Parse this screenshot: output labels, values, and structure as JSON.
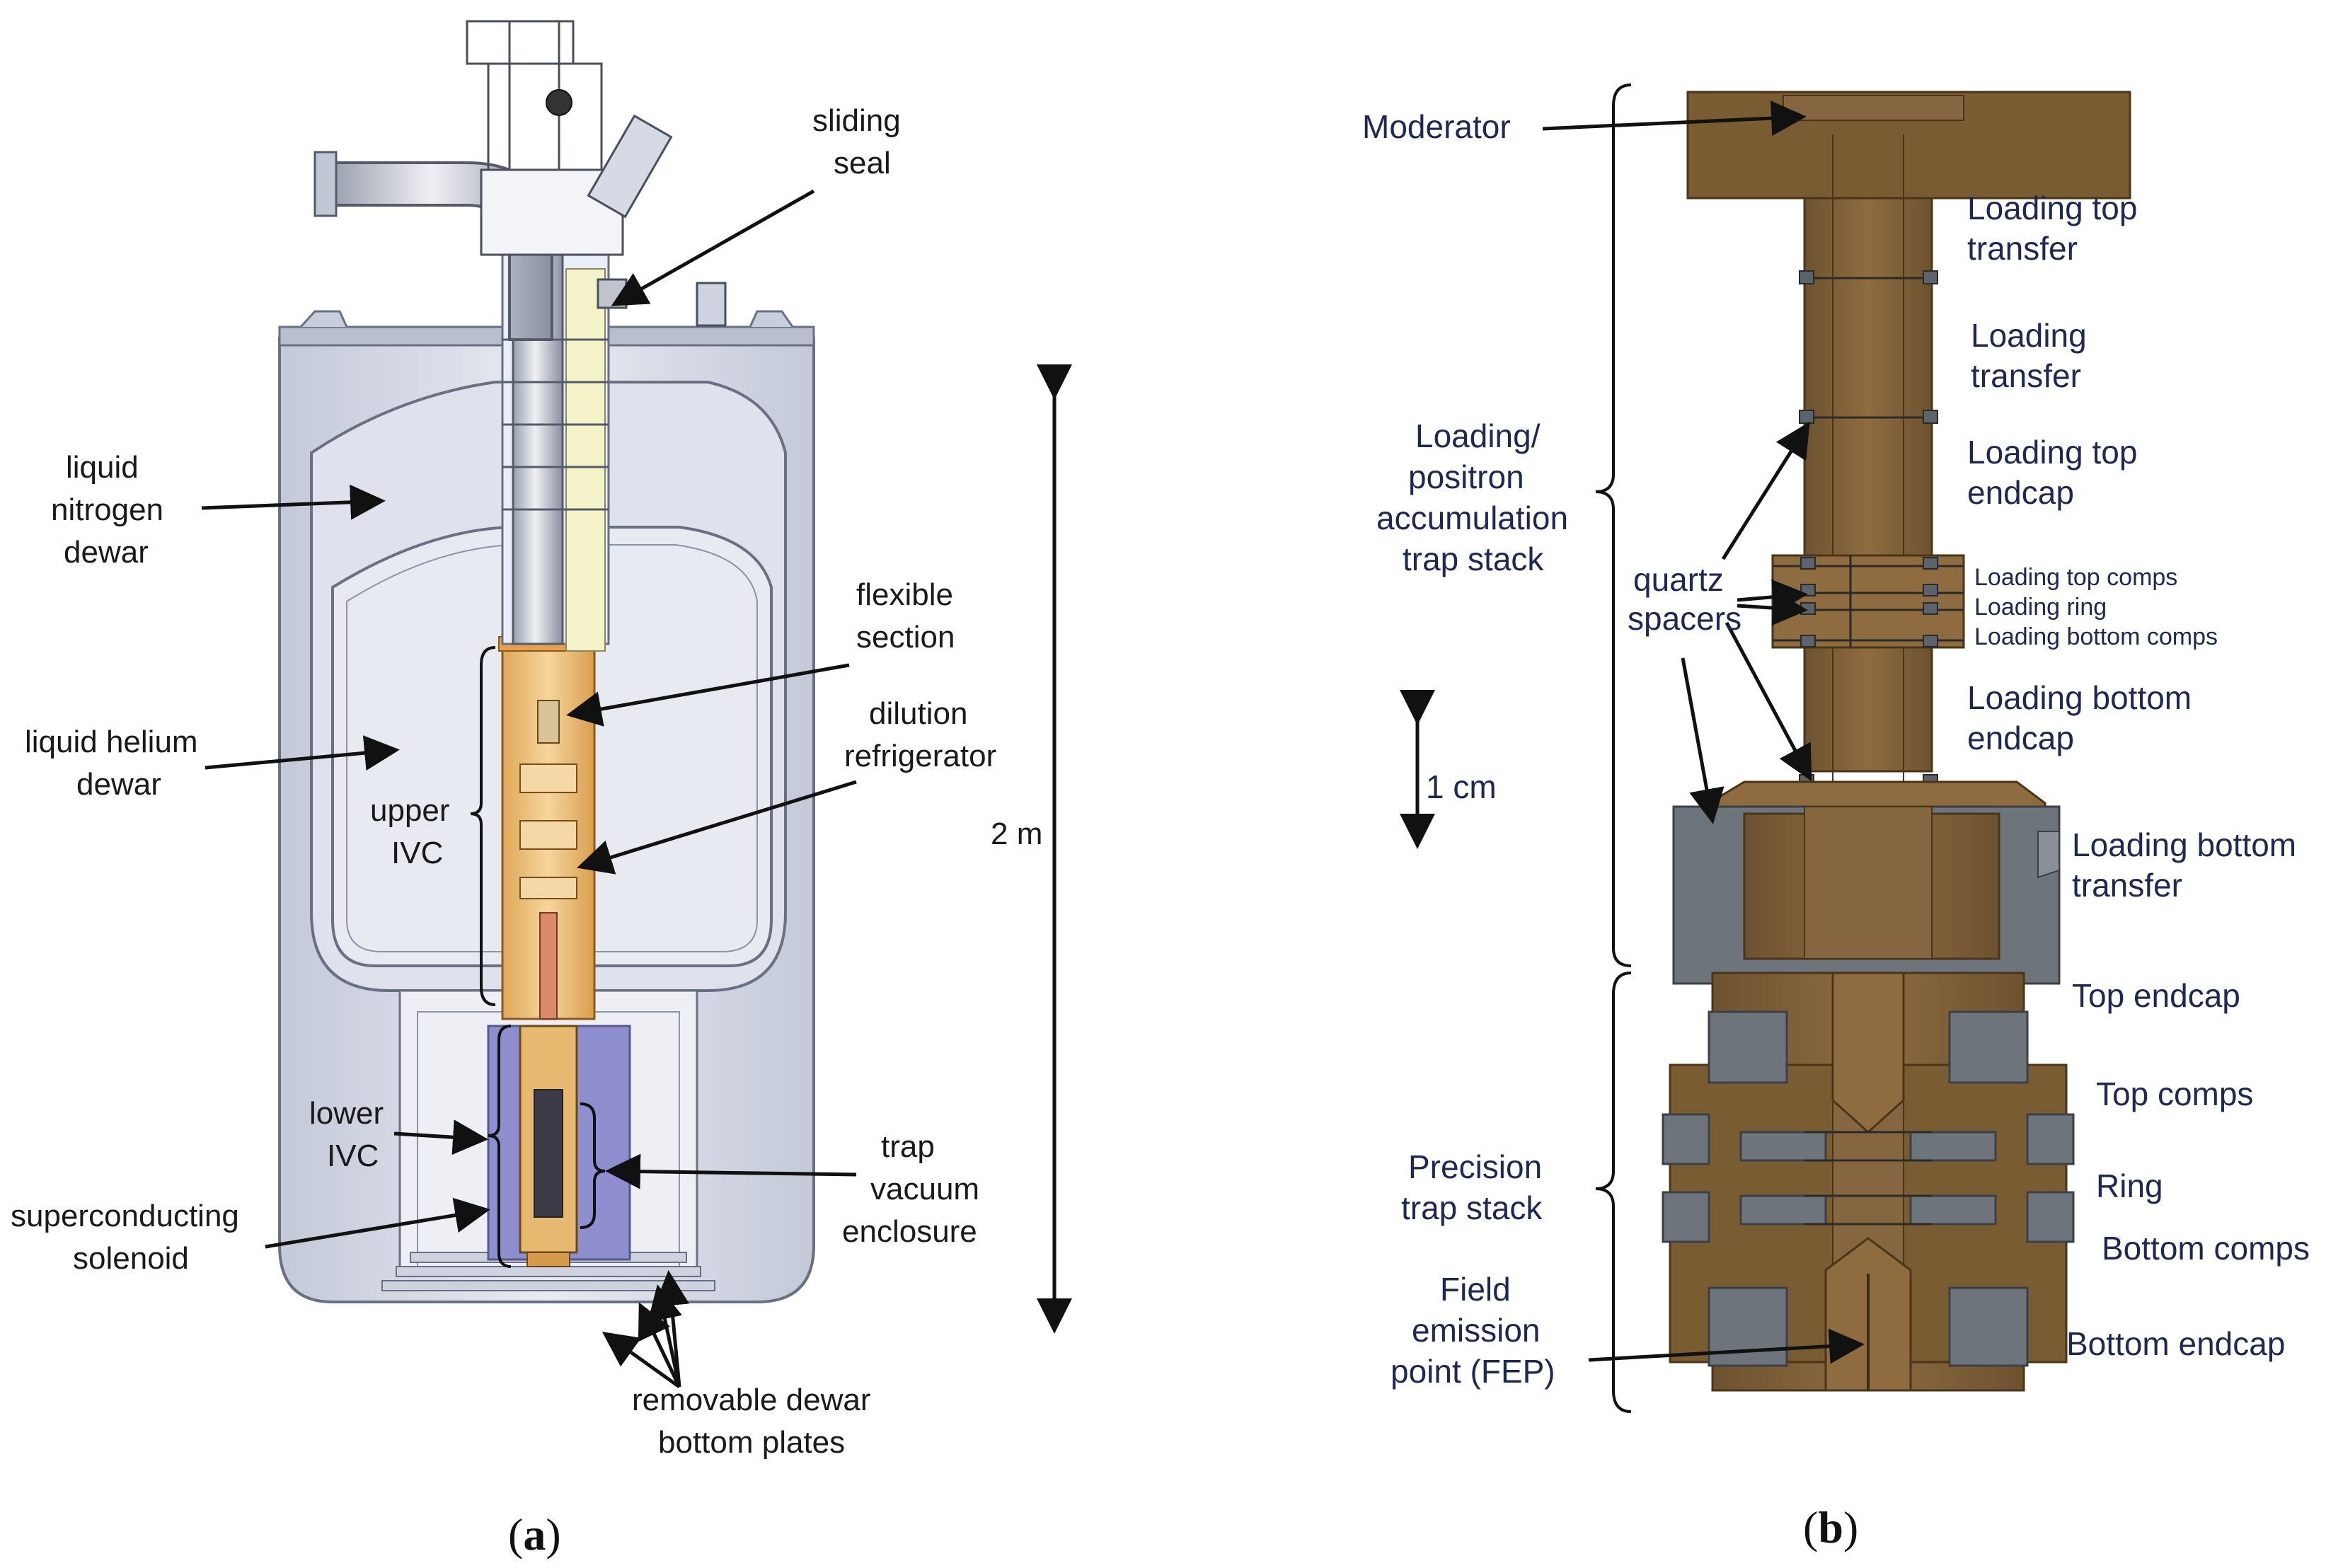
{
  "panel_a": {
    "caption_open": "(",
    "caption_letter": "a",
    "caption_close": ")",
    "scale_label": "2 m",
    "labels": {
      "sliding_seal_1": "sliding",
      "sliding_seal_2": "seal",
      "ln_1": "liquid",
      "ln_2": "nitrogen",
      "ln_3": "dewar",
      "lhe_1": "liquid helium",
      "lhe_2": "dewar",
      "upper_ivc_1": "upper",
      "upper_ivc_2": "IVC",
      "lower_ivc_1": "lower",
      "lower_ivc_2": "IVC",
      "solenoid_1": "superconducting",
      "solenoid_2": "solenoid",
      "flex_1": "flexible",
      "flex_2": "section",
      "dil_1": "dilution",
      "dil_2": "refrigerator",
      "trap_1": "trap",
      "trap_2": "vacuum",
      "trap_3": "enclosure",
      "plates_1": "removable dewar",
      "plates_2": "bottom plates"
    }
  },
  "panel_b": {
    "caption_open": "(",
    "caption_letter": "b",
    "caption_close": ")",
    "scale_label": "1 cm",
    "labels": {
      "moderator": "Moderator",
      "lt_transfer_1": "Loading top",
      "lt_transfer_2": "transfer",
      "l_transfer_1": "Loading",
      "l_transfer_2": "transfer",
      "lt_endcap_1": "Loading top",
      "lt_endcap_2": "endcap",
      "lt_comps": "Loading top comps",
      "l_ring": "Loading ring",
      "lb_comps": "Loading bottom comps",
      "lb_endcap_1": "Loading bottom",
      "lb_endcap_2": "endcap",
      "lb_transfer_1": "Loading bottom",
      "lb_transfer_2": "transfer",
      "top_endcap": "Top endcap",
      "top_comps": "Top comps",
      "ring": "Ring",
      "bottom_comps": "Bottom comps",
      "bottom_endcap": "Bottom endcap",
      "loading_stack_1": "Loading/",
      "loading_stack_2": "positron",
      "loading_stack_3": "accumulation",
      "loading_stack_4": "trap stack",
      "quartz_1": "quartz",
      "quartz_2": "spacers",
      "precision_1": "Precision",
      "precision_2": "trap stack",
      "fep_1": "Field",
      "fep_2": "emission",
      "fep_3": "point (FEP)"
    }
  },
  "colors": {
    "dewar_fill": "#d9dde8",
    "dewar_dark": "#b6bcce",
    "ivc_orange": "#f0c27a",
    "solenoid_purple": "#8f8fd0",
    "copper": "#7a5c33",
    "copper_light": "#8d6a3c",
    "gray_part": "#6d747b"
  }
}
